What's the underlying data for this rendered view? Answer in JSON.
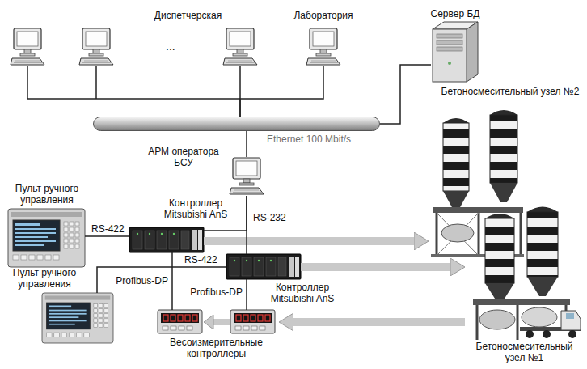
{
  "diagram": {
    "nodes": [
      {
        "text": [
          "Диспетчерская"
        ]
      },
      {
        "text": [
          "Лаборатория"
        ]
      },
      {
        "text": [
          "Сервер БД"
        ]
      },
      {
        "text": [
          "Бетоносмесительный узел №2"
        ]
      },
      {
        "text": [
          "Ethernet 100 Mbit/s"
        ]
      },
      {
        "text": [
          "АРМ оператора БСУ"
        ]
      },
      {
        "text": [
          "Пульт ручного управления"
        ]
      },
      {
        "text": [
          "Контроллер Mitsubishi AnS"
        ]
      },
      {
        "text": [
          "Контроллер Mitsubishi AnS"
        ]
      },
      {
        "text": [
          "Пульт ручного управления"
        ]
      },
      {
        "text": [
          "Весоизмерительные контроллеры"
        ]
      },
      {
        "text": [
          "Бетоносмесительный узел №1"
        ]
      }
    ],
    "edges": [
      {
        "from": 0,
        "to": 4,
        "arrow": "none"
      },
      {
        "from": 1,
        "to": 4,
        "arrow": "none"
      },
      {
        "from": 2,
        "to": 4,
        "arrow": "none"
      },
      {
        "from": 4,
        "to": 5,
        "arrow": "none"
      },
      {
        "from": 5,
        "to": 7,
        "arrow": "none"
      },
      {
        "from": 5,
        "to": 8,
        "arrow": "none",
        "label": "RS-232"
      },
      {
        "from": 6,
        "to": 7,
        "arrow": "none",
        "label": "RS-422"
      },
      {
        "from": 9,
        "to": 8,
        "arrow": "none",
        "label": "RS-422"
      },
      {
        "from": 7,
        "to": 10,
        "arrow": "none",
        "label": "Profibus-DP"
      },
      {
        "from": 8,
        "to": 10,
        "arrow": "none",
        "label": "Profibus-DP"
      },
      {
        "from": 7,
        "to": 3,
        "arrow": "to"
      },
      {
        "from": 8,
        "to": 11,
        "arrow": "to"
      },
      {
        "from": 11,
        "to": 10,
        "arrow": "to"
      }
    ],
    "labels": [
      "..."
    ]
  }
}
